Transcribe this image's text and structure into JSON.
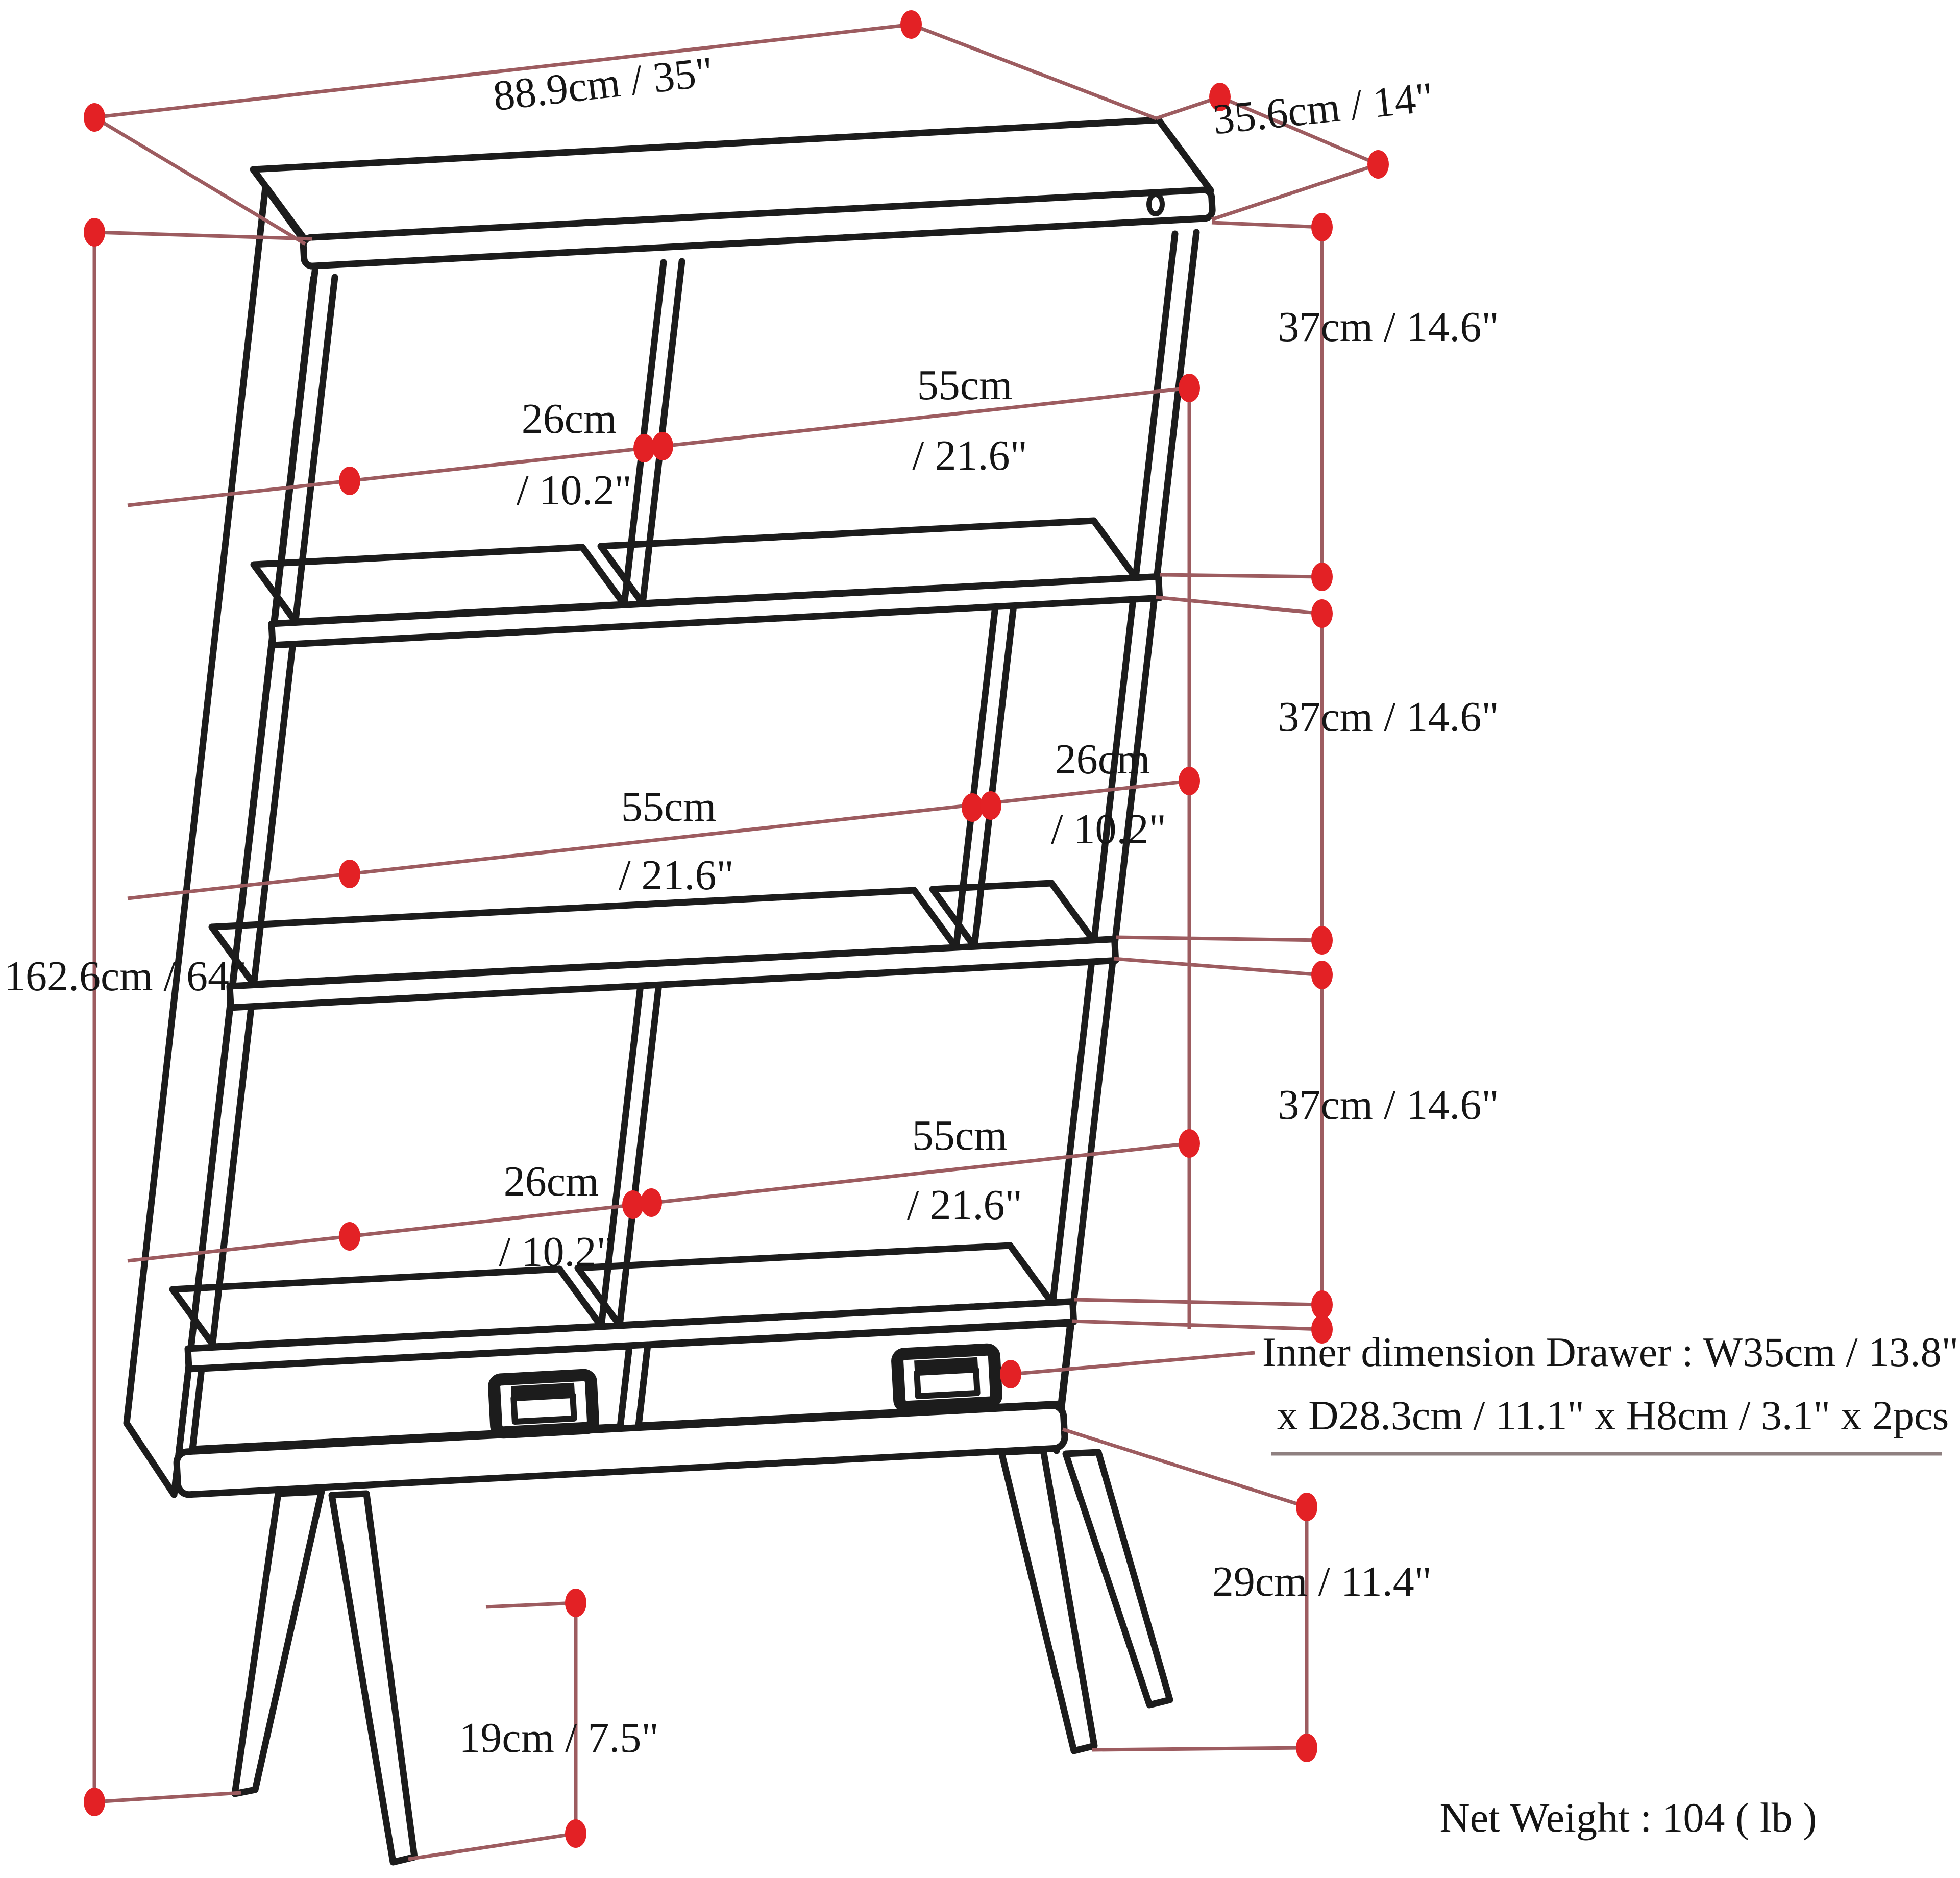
{
  "labels": {
    "overall_width": "88.9cm / 35\"",
    "overall_depth": "35.6cm / 14\"",
    "overall_height": "162.6cm / 64\"",
    "section_height": "37cm / 14.6\"",
    "narrow_width_cm": "26cm",
    "narrow_width_in": "/ 10.2\"",
    "wide_width_cm": "55cm",
    "wide_width_in": "/ 21.6\"",
    "leg_height": "29cm / 11.4\"",
    "leg_clearance": "19cm / 7.5\"",
    "drawer_note_line1": "Inner dimension Drawer : W35cm / 13.8\"",
    "drawer_note_line2": "x D28.3cm / 11.1\" x H8cm / 3.1\" x 2pcs",
    "net_weight": "Net Weight : 104 ( lb )"
  },
  "colors": {
    "outline": "#1c1c1c",
    "dimension_line": "#9d5c60",
    "dimension_dot": "#e32125",
    "note_rule": "#8f8080",
    "background": "#ffffff"
  }
}
